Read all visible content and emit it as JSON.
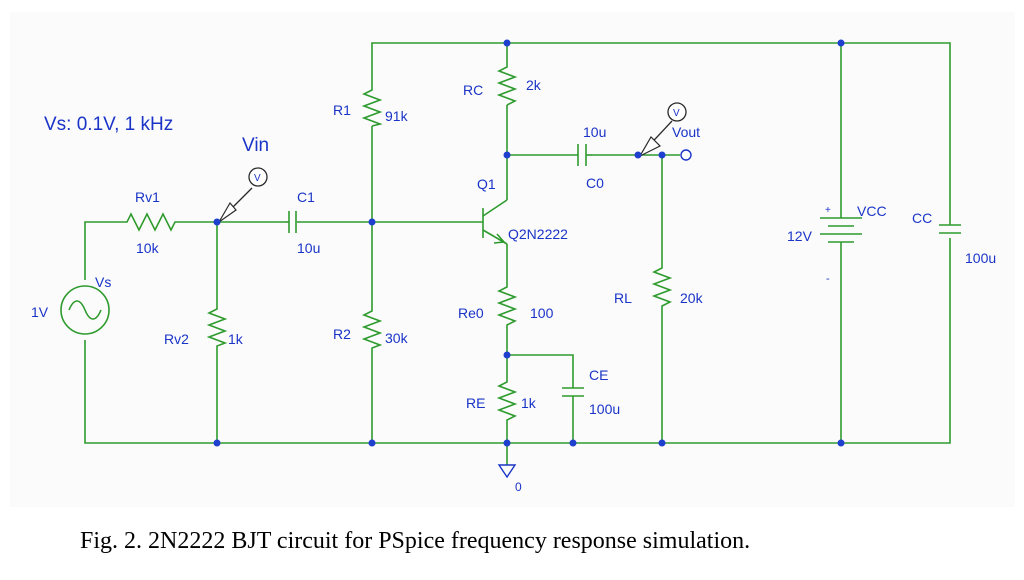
{
  "figure": {
    "caption": "Fig. 2. 2N2222 BJT circuit for PSpice frequency response simulation."
  },
  "annotations": {
    "source_note": "Vs: 0.1V, 1 kHz",
    "vin_label": "Vin",
    "vout_label": "Vout",
    "probe_symbol": "V"
  },
  "components": {
    "vs": {
      "name": "Vs",
      "value": "1V"
    },
    "rv1": {
      "name": "Rv1",
      "value": "10k"
    },
    "rv2": {
      "name": "Rv2",
      "value": "1k"
    },
    "c1": {
      "name": "C1",
      "value": "10u"
    },
    "r1": {
      "name": "R1",
      "value": "91k"
    },
    "r2": {
      "name": "R2",
      "value": "30k"
    },
    "rc": {
      "name": "RC",
      "value": "2k"
    },
    "q1": {
      "name": "Q1",
      "value": "Q2N2222"
    },
    "re0": {
      "name": "Re0",
      "value": "100"
    },
    "re": {
      "name": "RE",
      "value": "1k"
    },
    "ce": {
      "name": "CE",
      "value": "100u"
    },
    "c0": {
      "name": "C0",
      "value": "10u"
    },
    "rl": {
      "name": "RL",
      "value": "20k"
    },
    "vcc": {
      "name": "VCC",
      "value": "12V",
      "plus": "+",
      "minus": "-"
    },
    "cc": {
      "name": "CC",
      "value": "100u"
    }
  },
  "ground": {
    "label": "0"
  },
  "colors": {
    "wire": "#2e9b2e",
    "label": "#1a34c8",
    "junction": "#1f3fcf"
  }
}
